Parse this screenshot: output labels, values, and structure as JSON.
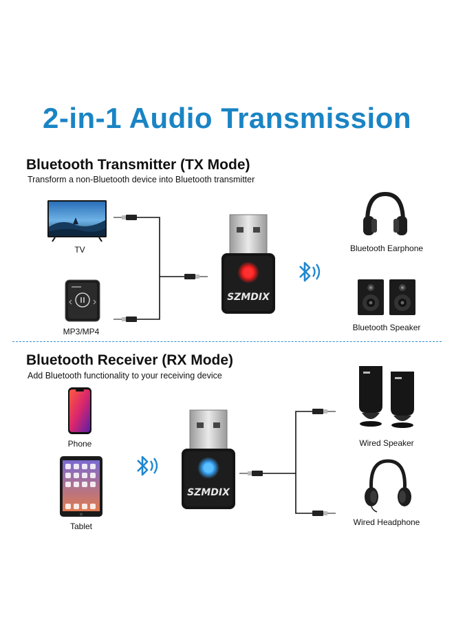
{
  "title": "2-in-1 Audio Transmission",
  "brand": "SZMDIX",
  "colors": {
    "title": "#1a84c4",
    "divider": "#2a8fd0",
    "bluetooth": "#1f87cf",
    "tx_led": "#ff2a2a",
    "rx_led": "#3aa8ff"
  },
  "tx": {
    "title": "Bluetooth Transmitter (TX Mode)",
    "subtitle": "Transform a non-Bluetooth device into Bluetooth transmitter",
    "sources": [
      "TV",
      "MP3/MP4"
    ],
    "outputs": [
      "Bluetooth Earphone",
      "Bluetooth Speaker"
    ],
    "led": "red"
  },
  "rx": {
    "title": "Bluetooth Receiver (RX Mode)",
    "subtitle": "Add Bluetooth functionality to your receiving device",
    "sources": [
      "Phone",
      "Tablet"
    ],
    "outputs": [
      "Wired Speaker",
      "Wired Headphone"
    ],
    "led": "blue"
  },
  "icons": [
    "tv-icon",
    "mp3-player-icon",
    "phone-icon",
    "tablet-icon",
    "headphone-icon",
    "speaker-icon",
    "bluetooth-icon",
    "usb-dongle-icon",
    "audio-jack-icon"
  ]
}
